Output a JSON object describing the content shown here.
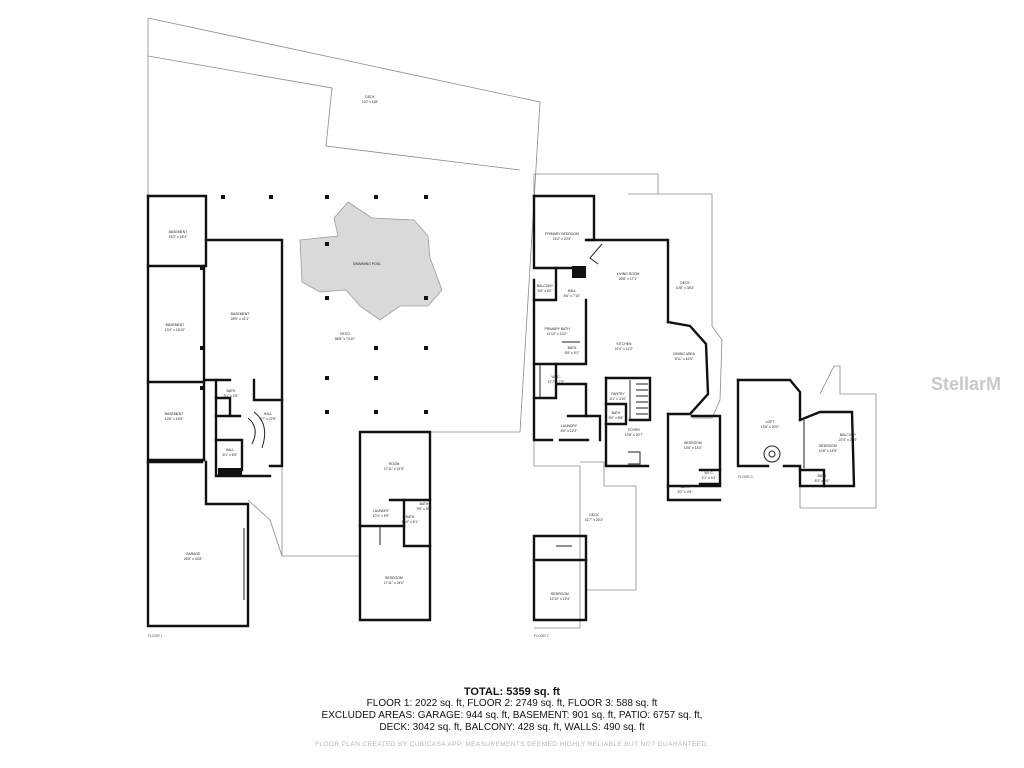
{
  "floor_labels": {
    "floor1": "FLOOR 1",
    "floor2": "FLOOR 2",
    "floor3": "FLOOR 3"
  },
  "rooms": {
    "deck": {
      "name": "DECK",
      "dims": "122' x 165'"
    },
    "basement1": {
      "name": "BASEMENT",
      "dims": "15'2\" x 18'2\""
    },
    "basement2": {
      "name": "BASEMENT",
      "dims": "13'4\" x 18'10\""
    },
    "basement3": {
      "name": "BASEMENT",
      "dims": "28'9\" x 41'1\""
    },
    "basement4": {
      "name": "BASEMENT",
      "dims": "13'8\" x 15'6\""
    },
    "swimming_pool": {
      "name": "SWIMMING POOL"
    },
    "patio": {
      "name": "PATIO",
      "dims": "86'8\" x 74'11\""
    },
    "bath1": {
      "name": "BATH",
      "dims": "5'1\" x 2'5\""
    },
    "hall1": {
      "name": "HALL",
      "dims": "6'7\" x 22'9\""
    },
    "hall2": {
      "name": "HALL",
      "dims": "6'1\" x 6'5\""
    },
    "garage": {
      "name": "GARAGE",
      "dims": "26'8\" x 43'8\""
    },
    "room": {
      "name": "ROOM",
      "dims": "17'11\" x 21'9\""
    },
    "laundry1": {
      "name": "LAUNDRY",
      "dims": "10'3\" x 9'9\""
    },
    "bath2": {
      "name": "BATH",
      "dims": "9'5\" x 5'8\""
    },
    "bath3": {
      "name": "BATH",
      "dims": "6'10\" x 6'1\""
    },
    "bedroom1": {
      "name": "BEDROOM",
      "dims": "17'11\" x 24'0\""
    },
    "primary_bedroom": {
      "name": "PRIMARY BEDROOM",
      "dims": "15'2\" x 20'9\""
    },
    "balcony1": {
      "name": "BALCONY",
      "dims": "5'6\" x 6'0\""
    },
    "hall3": {
      "name": "HALL",
      "dims": "8'6\" x 7'10\""
    },
    "living_room": {
      "name": "LIVING ROOM",
      "dims": "26'8\" x 17'1\""
    },
    "deck2": {
      "name": "DECK",
      "dims": "10'8\" x 38'3\""
    },
    "primary_bath": {
      "name": "PRIMARY BATH",
      "dims": "11'10\" x 13'2\""
    },
    "bath4": {
      "name": "BATH",
      "dims": "6'5\" x 5'2\""
    },
    "kitchen": {
      "name": "KITCHEN",
      "dims": "22'4\" x 14'2\""
    },
    "dining_area": {
      "name": "DINING AREA",
      "dims": "8'11\" x 16'5\""
    },
    "wic": {
      "name": "W.I.C.",
      "dims": "12'7\" x 7'3\""
    },
    "pantry": {
      "name": "PANTRY",
      "dims": "8'1\" x 4'10\""
    },
    "bath5": {
      "name": "BATH",
      "dims": "5'0\" x 8'8\""
    },
    "laundry2": {
      "name": "LAUNDRY",
      "dims": "8'5\" x 12'2\""
    },
    "foyer": {
      "name": "FOYER",
      "dims": "10'6\" x 20'7\""
    },
    "bedroom2": {
      "name": "BEDROOM",
      "dims": "13'6\" x 14'0\""
    },
    "bath6": {
      "name": "BATH",
      "dims": "8'2\" x 4'5\""
    },
    "wic2": {
      "name": "W.I.C.",
      "dims": "4'1\" x 4'4\""
    },
    "deck3": {
      "name": "DECK",
      "dims": "31'7\" x 26'3\""
    },
    "bedroom3": {
      "name": "BEDROOM",
      "dims": "12'10\" x 12'4\""
    },
    "loft": {
      "name": "LOFT",
      "dims": "13'6\" x 20'0\""
    },
    "balcony2": {
      "name": "BALCONY",
      "dims": "22'4\" x 28'9\""
    },
    "bedroom4": {
      "name": "BEDROOM",
      "dims": "10'6\" x 14'5\""
    },
    "bath7": {
      "name": "BATH",
      "dims": "8'3\" x 4'9\""
    }
  },
  "summary": {
    "total": "TOTAL: 5359 sq. ft",
    "floors": "FLOOR 1: 2022 sq. ft, FLOOR 2: 2749 sq. ft, FLOOR 3: 588 sq. ft",
    "excluded_1": "EXCLUDED AREAS: GARAGE: 944 sq. ft, BASEMENT: 901 sq. ft, PATIO: 6757 sq. ft,",
    "excluded_2": "DECK: 3042 sq. ft, BALCONY: 428 sq. ft, WALLS: 490 sq. ft",
    "disclaimer": "FLOOR PLAN CREATED BY CUBICASA APP. MEASUREMENTS DEEMED HIGHLY RELIABLE BUT NOT GUARANTEED."
  },
  "watermark": {
    "text": "StellarMLS"
  },
  "colors": {
    "pool_fill": "#d9d9d9",
    "wall": "#111111",
    "outline": "#8a8a8a",
    "watermark": "#c9c9c9"
  }
}
